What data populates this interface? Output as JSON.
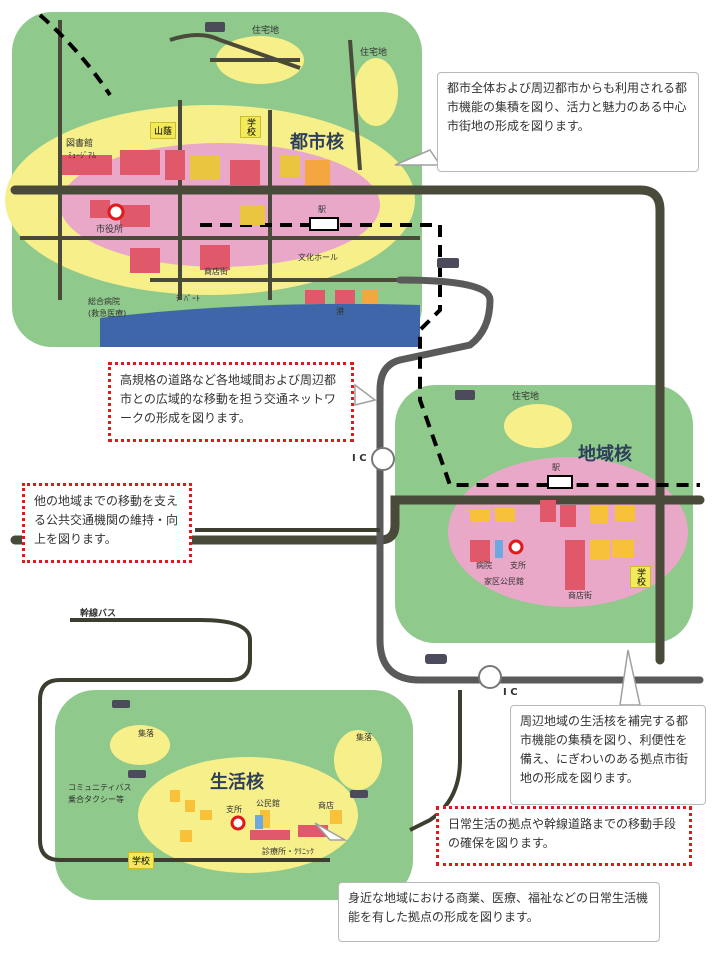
{
  "core_labels": {
    "urban_core": "都市核",
    "regional_core": "地域核",
    "living_core": "生活核"
  },
  "callouts": {
    "urban": "都市全体および周辺都市からも利用される都市機能の集積を図り、活力と魅力のある中心市街地の形成を図ります。",
    "network": "高規格の道路など各地域間および周辺都市との広域的な移動を担う交通ネットワークの形成を図ります。",
    "public_transit": "他の地域までの移動を支える公共交通機関の維持・向上を図ります。",
    "regional": "周辺地域の生活核を補完する都市機能の集積を図り、利便性を備え、にぎわいのある拠点市街地の形成を図ります。",
    "daily_transport": "日常生活の拠点や幹線道路までの移動手段の確保を図ります。",
    "living": "身近な地域における商業、医療、福祉などの日常生活機能を有した拠点の形成を図ります。"
  },
  "map_labels": {
    "residential_1": "住宅地",
    "residential_2": "住宅地",
    "residential_3": "住宅地",
    "library": "図書館",
    "museum": "ﾐｭｰｼﾞｱﾑ",
    "mountain": "山蔭",
    "school_1": "学校",
    "school_2": "学校",
    "school_3": "学校",
    "city_hall": "市役所",
    "shopping_street_1": "商店街",
    "shopping_street_2": "商店街",
    "culture_hall": "文化ホール",
    "station_1": "駅",
    "station_2": "駅",
    "general_hospital": "総合病院",
    "general_hospital_note": "(救急医療)",
    "river_path": "ﾃﾞﾊﾟｰﾄ",
    "port": "港",
    "ic_1": "I C",
    "ic_2": "I C",
    "hospital": "病院",
    "branch_office_1": "支所",
    "branch_office_2": "支所",
    "community_center_1": "家区公民館",
    "community_center_2": "公民館",
    "trunk_bus": "幹線バス",
    "village_1": "集落",
    "village_2": "集落",
    "community_bus": "コミュニティバス",
    "demand_taxi": "乗合タクシー等",
    "clinic": "診療所・ｸﾘﾆｯｸ",
    "shop": "商店"
  }
}
